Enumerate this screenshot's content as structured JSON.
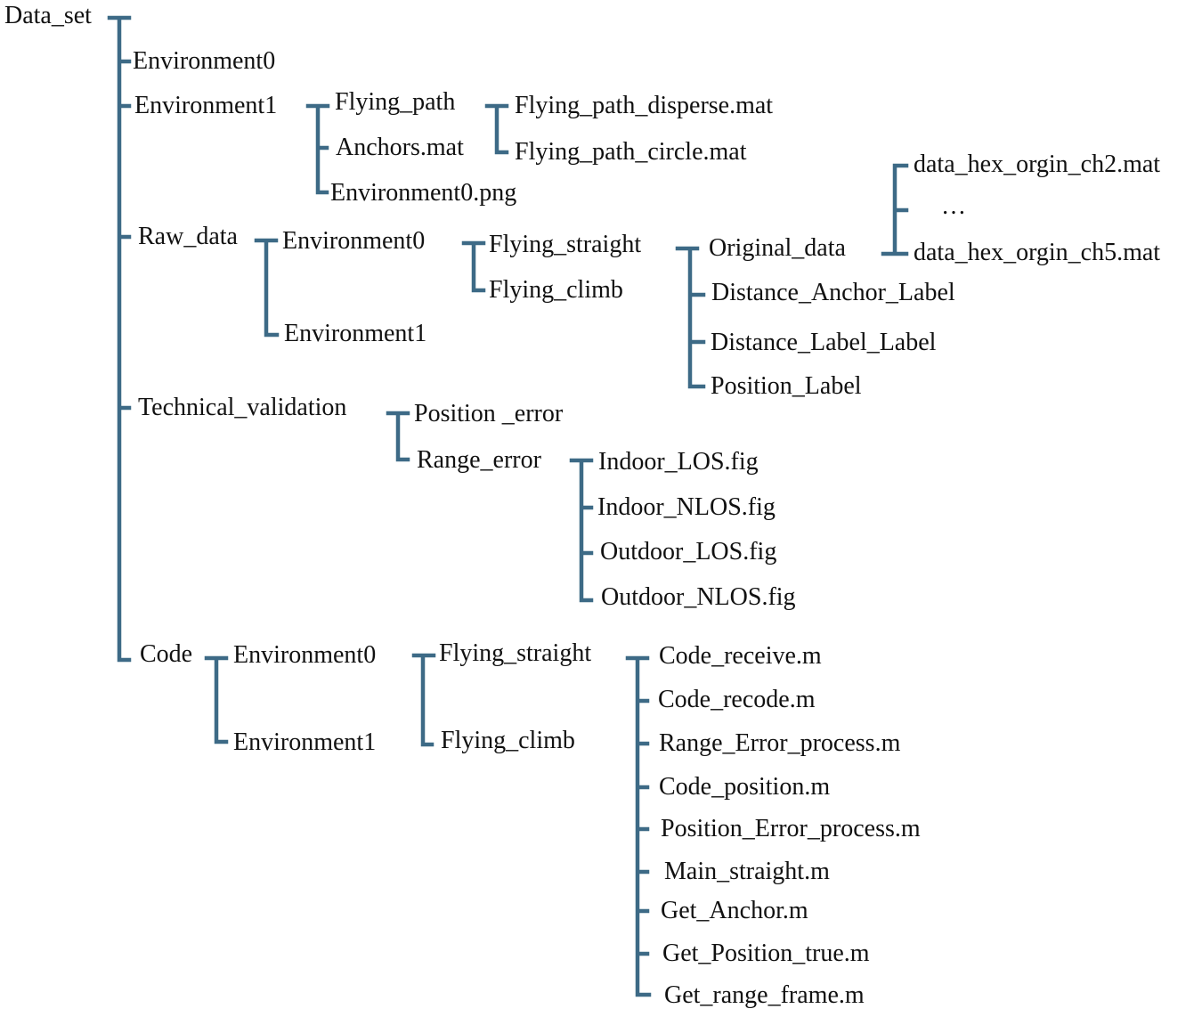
{
  "tree": {
    "root": "Data_set",
    "environment0": "Environment0",
    "environment1": "Environment1",
    "flying_path": "Flying_path",
    "flying_path_disperse": "Flying_path_disperse.mat",
    "flying_path_circle": "Flying_path_circle.mat",
    "anchors": "Anchors.mat",
    "environment0_png": "Environment0.png",
    "raw_data": "Raw_data",
    "raw_environment0": "Environment0",
    "raw_environment1": "Environment1",
    "raw_flying_straight": "Flying_straight",
    "raw_flying_climb": "Flying_climb",
    "original_data": "Original_data",
    "data_hex_ch2": "data_hex_orgin_ch2.mat",
    "ellipsis": "…",
    "data_hex_ch5": "data_hex_orgin_ch5.mat",
    "distance_anchor_label": "Distance_Anchor_Label",
    "distance_label_label": "Distance_Label_Label",
    "position_label": "Position_Label",
    "technical_validation": "Technical_validation",
    "position_error": "Position _error",
    "range_error": "Range_error",
    "indoor_los": "Indoor_LOS.fig",
    "indoor_nlos": "Indoor_NLOS.fig",
    "outdoor_los": "Outdoor_LOS.fig",
    "outdoor_nlos": "Outdoor_NLOS.fig",
    "code": "Code",
    "code_environment0": "Environment0",
    "code_environment1": "Environment1",
    "code_flying_straight": "Flying_straight",
    "code_flying_climb": "Flying_climb",
    "code_receive": "Code_receive.m",
    "code_recode": "Code_recode.m",
    "range_error_process": "Range_Error_process.m",
    "code_position": "Code_position.m",
    "position_error_process": "Position_Error_process.m",
    "main_straight": "Main_straight.m",
    "get_anchor": "Get_Anchor.m",
    "get_position_true": "Get_Position_true.m",
    "get_range_frame": "Get_range_frame.m"
  },
  "colors": {
    "connector": "#3d6a86",
    "text": "#111111",
    "background": "#ffffff"
  }
}
